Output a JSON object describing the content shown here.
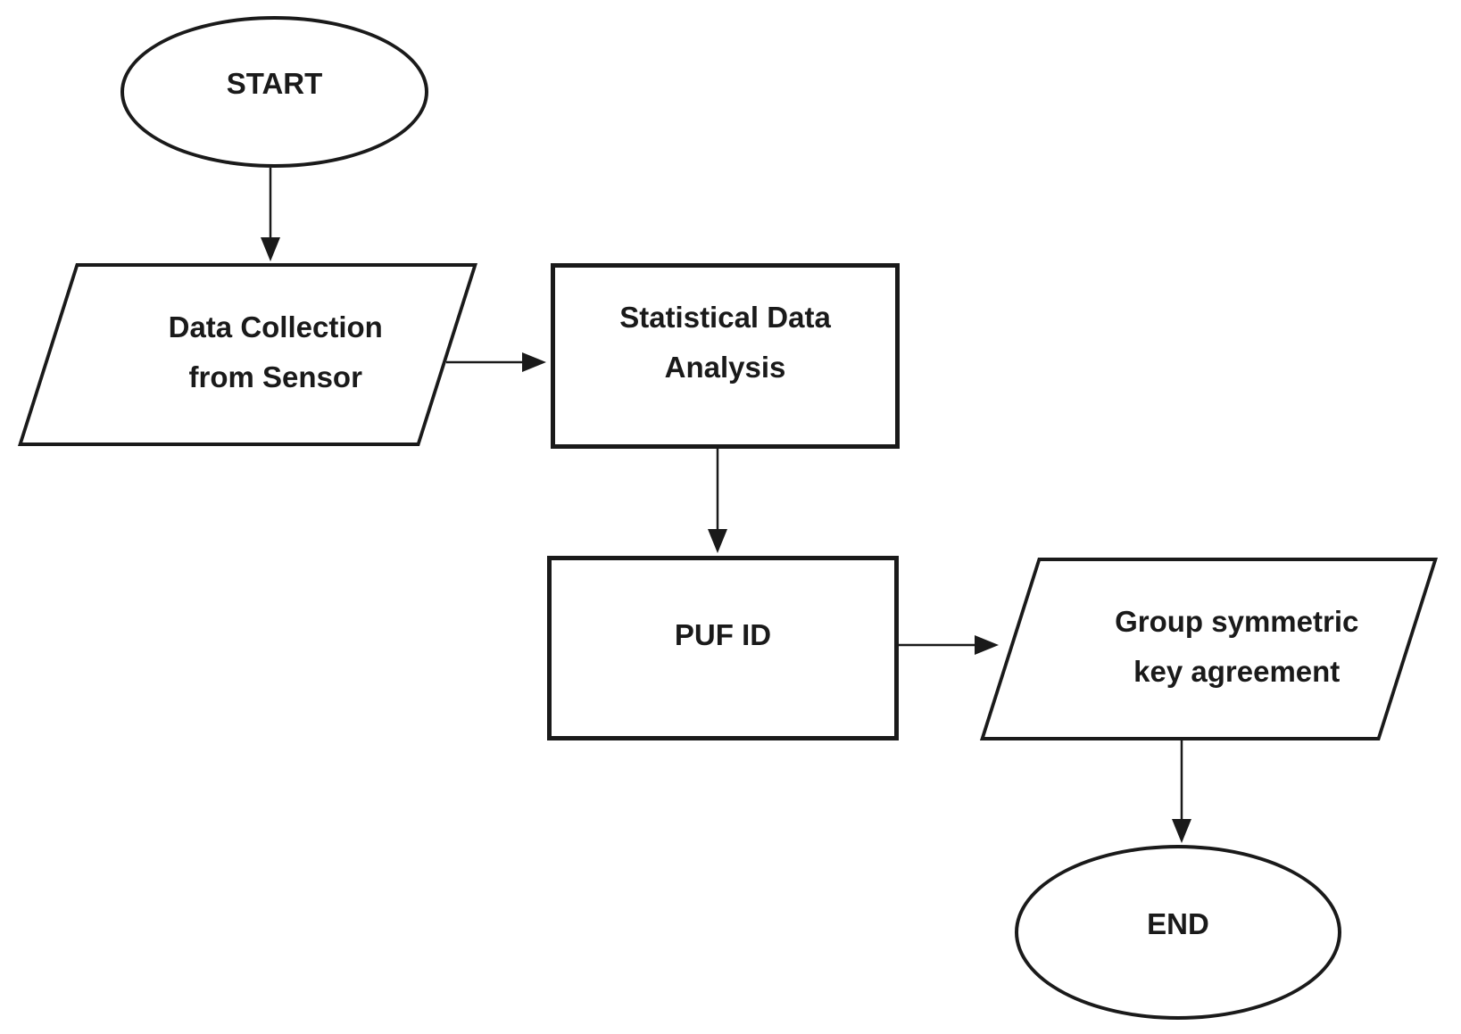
{
  "diagram": {
    "type": "flowchart",
    "background_color": "#ffffff",
    "stroke_color": "#1a1a1a",
    "text_color": "#1a1a1a",
    "nodes": [
      {
        "id": "start",
        "shape": "terminator",
        "lines": [
          "START"
        ]
      },
      {
        "id": "data-collection",
        "shape": "input-output",
        "lines": [
          "Data Collection",
          "from Sensor"
        ]
      },
      {
        "id": "statistical-data-analysis",
        "shape": "process",
        "lines": [
          "Statistical Data",
          "Analysis"
        ]
      },
      {
        "id": "puf-id",
        "shape": "process",
        "lines": [
          "PUF ID"
        ]
      },
      {
        "id": "group-symmetric-key-agreement",
        "shape": "input-output",
        "lines": [
          "Group symmetric",
          "key agreement"
        ]
      },
      {
        "id": "end",
        "shape": "terminator",
        "lines": [
          "END"
        ]
      }
    ],
    "edges": [
      {
        "from": "start",
        "to": "data-collection",
        "direction": "down"
      },
      {
        "from": "data-collection",
        "to": "statistical-data-analysis",
        "direction": "right"
      },
      {
        "from": "statistical-data-analysis",
        "to": "puf-id",
        "direction": "down"
      },
      {
        "from": "puf-id",
        "to": "group-symmetric-key-agreement",
        "direction": "right"
      },
      {
        "from": "group-symmetric-key-agreement",
        "to": "end",
        "direction": "down"
      }
    ]
  }
}
